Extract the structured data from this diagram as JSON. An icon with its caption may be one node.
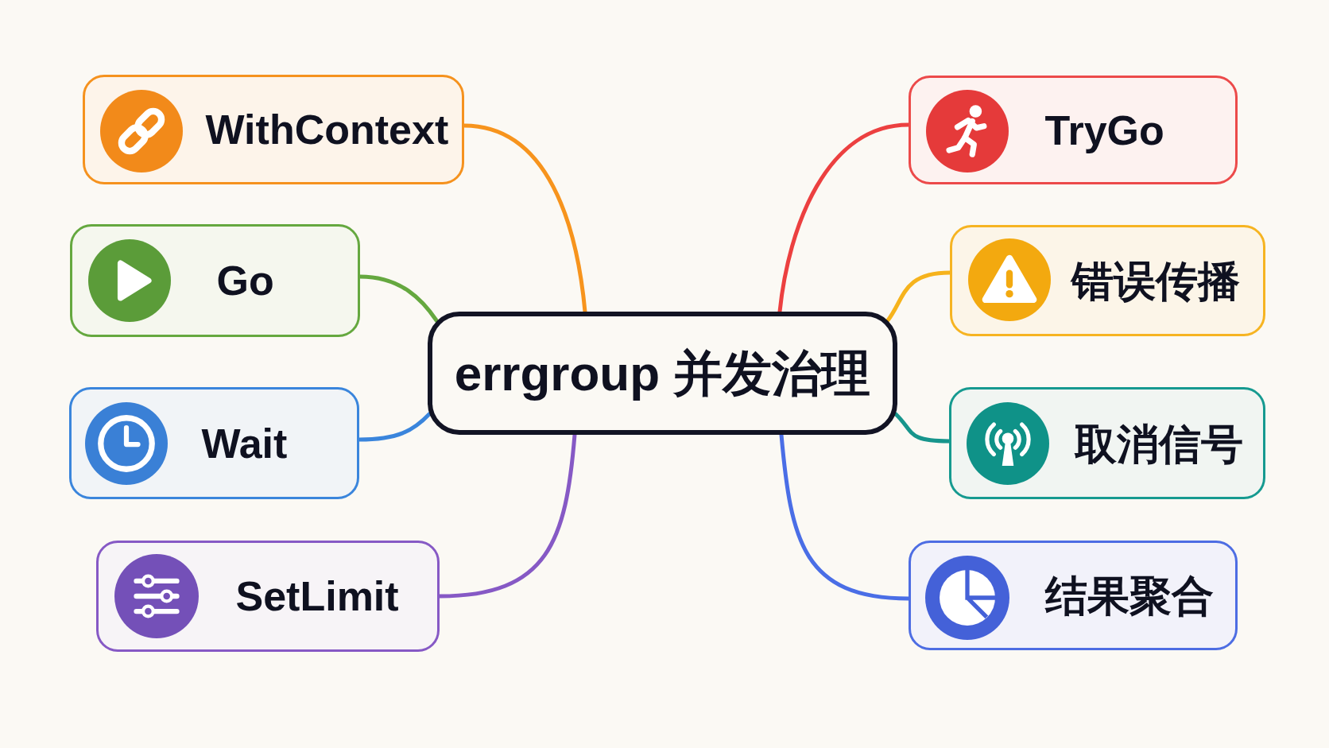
{
  "diagram": {
    "nodes": [
      {
        "text": [
          "errgroup 并发治理"
        ]
      },
      {
        "text": [
          "WithContext"
        ]
      },
      {
        "text": [
          "Go"
        ]
      },
      {
        "text": [
          "Wait"
        ]
      },
      {
        "text": [
          "SetLimit"
        ]
      },
      {
        "text": [
          "TryGo"
        ]
      },
      {
        "text": [
          "错误传播"
        ]
      },
      {
        "text": [
          "取消信号"
        ]
      },
      {
        "text": [
          "结果聚合"
        ]
      }
    ],
    "edges": [
      {
        "from": 0,
        "to": 1,
        "arrow": "none",
        "color": "#f7941d"
      },
      {
        "from": 0,
        "to": 2,
        "arrow": "none",
        "color": "#65a83f"
      },
      {
        "from": 0,
        "to": 3,
        "arrow": "none",
        "color": "#3a85dc"
      },
      {
        "from": 0,
        "to": 4,
        "arrow": "none",
        "color": "#8659c5"
      },
      {
        "from": 0,
        "to": 5,
        "arrow": "none",
        "color": "#ec4040"
      },
      {
        "from": 0,
        "to": 6,
        "arrow": "none",
        "color": "#f6b31c"
      },
      {
        "from": 0,
        "to": 7,
        "arrow": "none",
        "color": "#17958c"
      },
      {
        "from": 0,
        "to": 8,
        "arrow": "none",
        "color": "#4a6ee6"
      }
    ]
  }
}
